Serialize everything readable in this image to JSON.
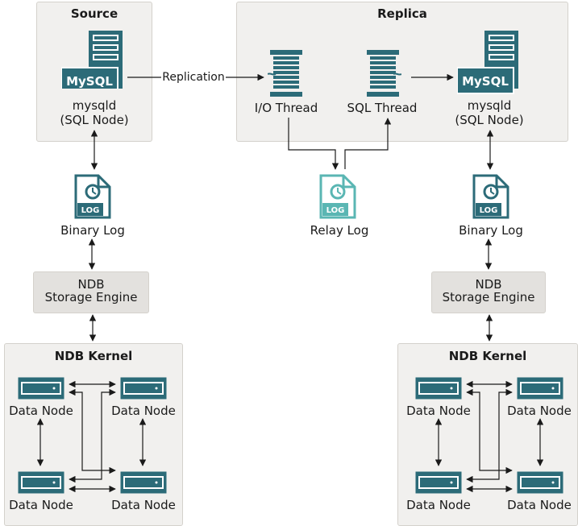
{
  "source": {
    "title": "Source",
    "mysql_logo": "MySQL",
    "node_line1": "mysqld",
    "node_line2": "(SQL Node)"
  },
  "replica": {
    "title": "Replica",
    "io_thread": "I/O Thread",
    "sql_thread": "SQL Thread",
    "mysql_logo": "MySQL",
    "node_line1": "mysqld",
    "node_line2": "(SQL Node)"
  },
  "edge_label": "Replication",
  "logs": {
    "binary_left": "Binary Log",
    "relay": "Relay Log",
    "binary_right": "Binary Log",
    "badge": "LOG"
  },
  "engine": {
    "line1": "NDB",
    "line2": "Storage Engine"
  },
  "kernel": {
    "title": "NDB Kernel",
    "data_node": "Data Node"
  },
  "colors": {
    "teal": "#2c6b78",
    "teal_light": "#5ab6b3",
    "panel": "#f1f0ee",
    "engine": "#e3e1de"
  }
}
